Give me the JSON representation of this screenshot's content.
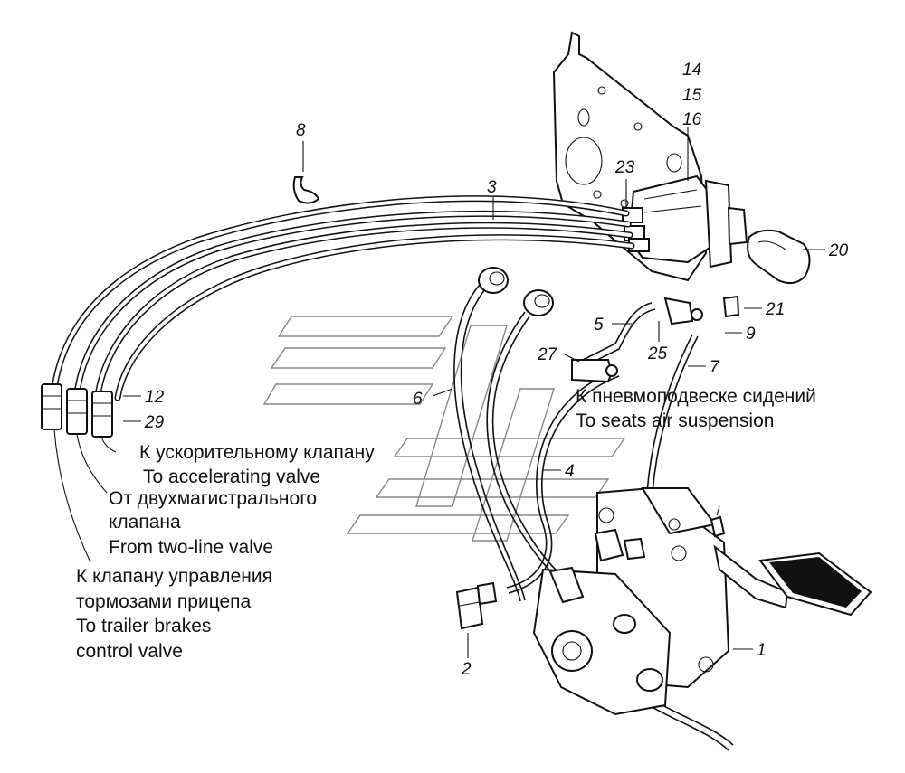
{
  "callouts": {
    "c1": "1",
    "c2": "2",
    "c3": "3",
    "c4": "4",
    "c5": "5",
    "c6": "6",
    "c7": "7",
    "c8": "8",
    "c9": "9",
    "c12": "12",
    "c14": "14",
    "c15": "15",
    "c16": "16",
    "c20": "20",
    "c21": "21",
    "c23": "23",
    "c25": "25",
    "c27": "27",
    "c29": "29"
  },
  "notes": {
    "seats_ru": "К пневмоподвеске сидений",
    "seats_en": "To seats air suspension",
    "accel_ru": "К ускорительному клапану",
    "accel_en": "To accelerating valve",
    "twoline_ru_1": "От двухмагистрального",
    "twoline_ru_2": "клапана",
    "twoline_en": "From two-line valve",
    "trailer_ru_1": "К клапану управления",
    "trailer_ru_2": "тормозами прицепа",
    "trailer_en_1": "To trailer brakes",
    "trailer_en_2": "control valve"
  },
  "colors": {
    "ink": "#111111",
    "paper": "#ffffff",
    "watermark": "#888888"
  }
}
